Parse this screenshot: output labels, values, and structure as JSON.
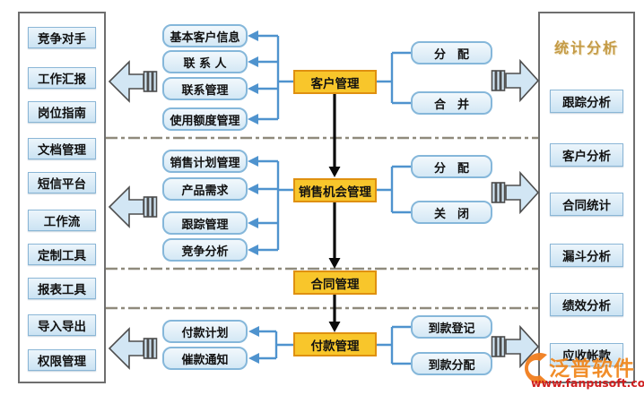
{
  "left_panel": {
    "items": [
      "竞争对手",
      "工作汇报",
      "岗位指南",
      "文档管理",
      "短信平台",
      "工作流",
      "定制工具",
      "报表工具",
      "导入导出",
      "权限管理"
    ]
  },
  "right_panel": {
    "title": "统计分析",
    "items": [
      "跟踪分析",
      "客户分析",
      "合同统计",
      "漏斗分析",
      "绩效分析",
      "应收帐款"
    ]
  },
  "flow": {
    "stage1": {
      "main": "客户管理",
      "subs": [
        "基本客户信息",
        "联 系 人",
        "联系管理",
        "使用额度管理"
      ],
      "actions": [
        "分　配",
        "合　并"
      ]
    },
    "stage2": {
      "main": "销售机会管理",
      "subs": [
        "销售计划管理",
        "产品需求",
        "跟踪管理",
        "竞争分析"
      ],
      "actions": [
        "分　配",
        "关　闭"
      ]
    },
    "stage3": {
      "main": "合同管理"
    },
    "stage4": {
      "main": "付款管理",
      "subs": [
        "付款计划",
        "催款通知"
      ],
      "actions": [
        "到款登记",
        "到款分配"
      ]
    }
  },
  "watermark": {
    "brand": "泛普软件",
    "url": "www.fanpusoft.com"
  },
  "colors": {
    "stage_fill": "#F8C62B",
    "stage_border": "#DF9010",
    "pill_border": "#85B7DA",
    "box_border": "#8AB6D6",
    "connector_blue": "#4F93CE",
    "flow_arrow_fill": "#D2E6F4",
    "title_gold": "#C49A45",
    "watermark_orange": "#F08519",
    "watermark_red": "#CF1F1F"
  }
}
